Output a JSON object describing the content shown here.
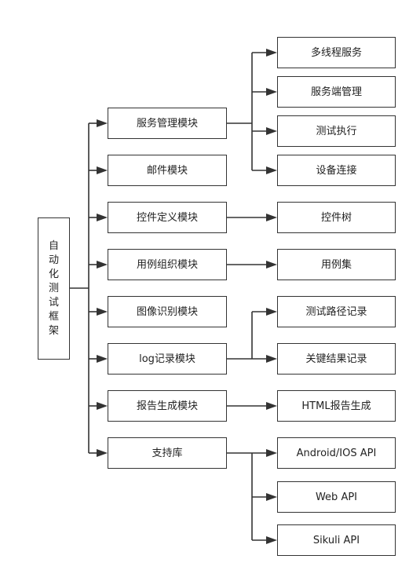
{
  "root": {
    "label": "自动化测试框架"
  },
  "modules": [
    {
      "label": "服务管理模块",
      "children": [
        "多线程服务",
        "服务端管理",
        "测试执行",
        "设备连接"
      ]
    },
    {
      "label": "邮件模块",
      "children": []
    },
    {
      "label": "控件定义模块",
      "children": [
        "控件树"
      ]
    },
    {
      "label": "用例组织模块",
      "children": [
        "用例集"
      ]
    },
    {
      "label": "图像识别模块",
      "children": []
    },
    {
      "label": "log记录模块",
      "children": [
        "测试路径记录",
        "关键结果记录"
      ]
    },
    {
      "label": "报告生成模块",
      "children": [
        "HTML报告生成"
      ]
    },
    {
      "label": "支持库",
      "children": [
        "Android/IOS API",
        "Web API",
        "Sikuli API"
      ]
    }
  ]
}
